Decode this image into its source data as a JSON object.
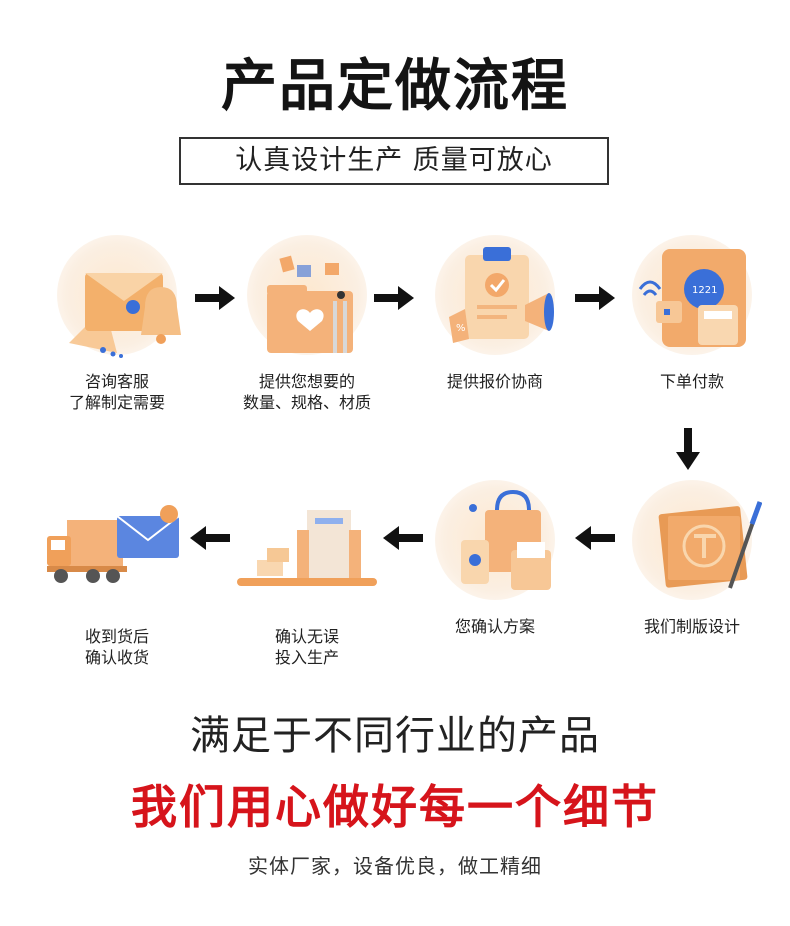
{
  "header": {
    "title": "产品定做流程",
    "subtitle": "认真设计生产 质量可放心"
  },
  "steps": [
    {
      "line1": "咨询客服",
      "line2": "了解制定需要",
      "icon": "envelope-bell-icon"
    },
    {
      "line1": "提供您想要的",
      "line2": "数量、规格、材质",
      "icon": "folder-heart-icon"
    },
    {
      "line1": "提供报价协商",
      "line2": "",
      "icon": "clipboard-megaphone-icon"
    },
    {
      "line1": "下单付款",
      "line2": "",
      "icon": "pos-terminal-icon"
    },
    {
      "line1": "我们制版设计",
      "line2": "",
      "icon": "drafting-tools-icon"
    },
    {
      "line1": "您确认方案",
      "line2": "",
      "icon": "shopping-bag-icon"
    },
    {
      "line1": "确认无误",
      "line2": "投入生产",
      "icon": "production-machine-icon"
    },
    {
      "line1": "收到货后",
      "line2": "确认收货",
      "icon": "delivery-truck-icon"
    }
  ],
  "colors": {
    "accent_red": "#d6141b",
    "icon_orange": "#f0a05a",
    "icon_blue": "#3a6fd8"
  },
  "footer": {
    "line1": "满足于不同行业的产品",
    "line2": "我们用心做好每一个细节",
    "line3": "实体厂家，设备优良，做工精细"
  }
}
